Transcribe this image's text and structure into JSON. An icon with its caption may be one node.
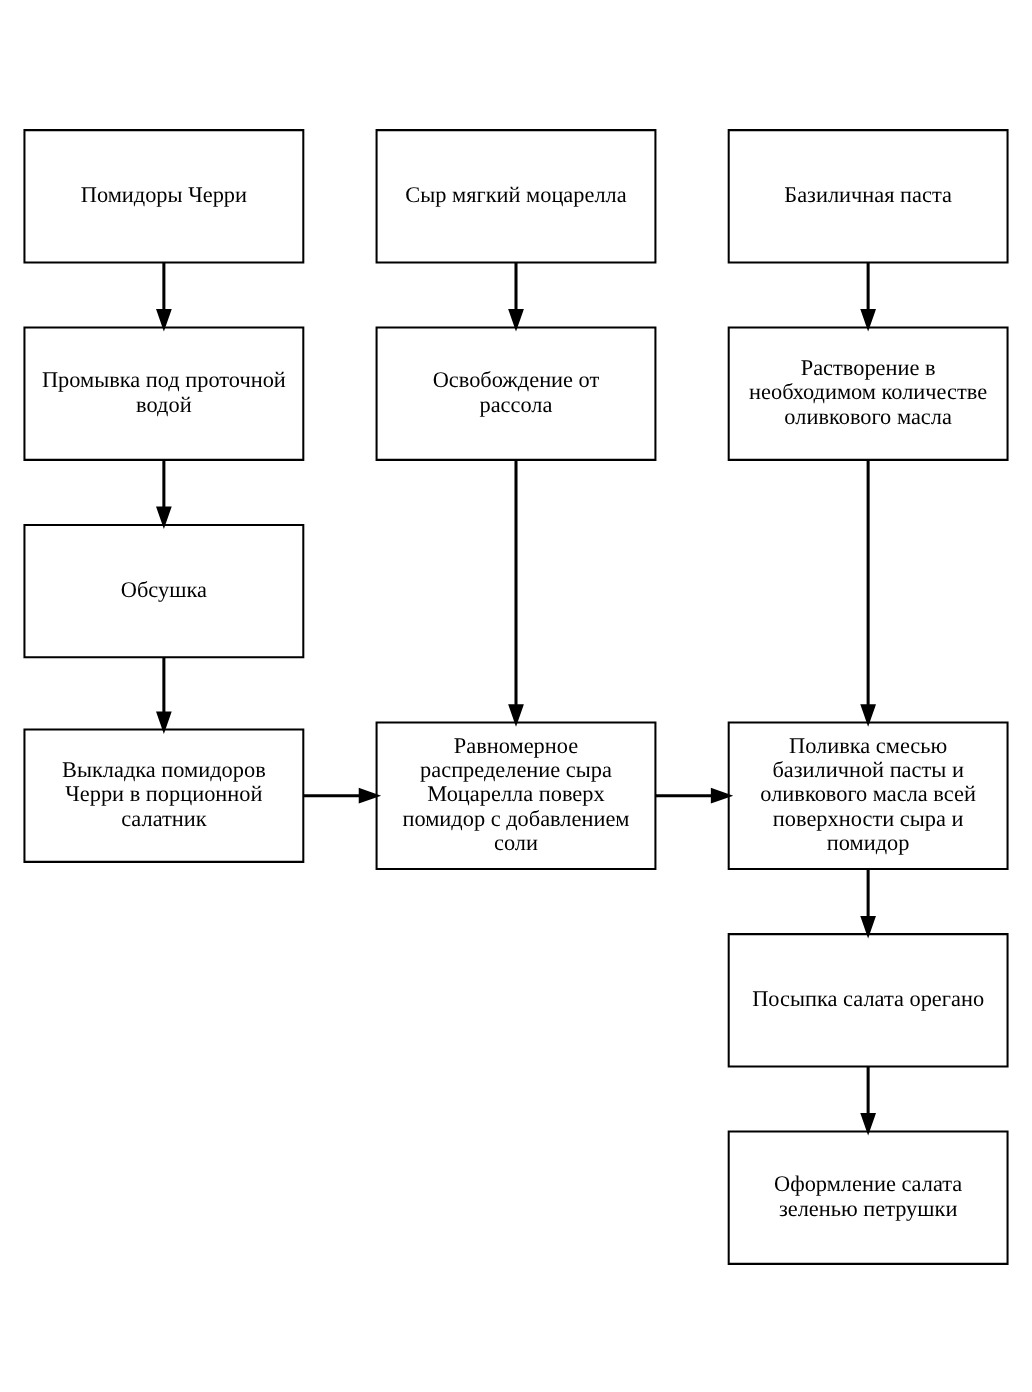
{
  "diagram": {
    "nodes": [
      {
        "text": [
          "Помидоры Черри"
        ]
      },
      {
        "text": [
          "Сыр мягкий моцарелла"
        ]
      },
      {
        "text": [
          "Базиличная паста"
        ]
      },
      {
        "text": [
          "Промывка под проточной водой"
        ]
      },
      {
        "text": [
          "Освобождение от рассола"
        ]
      },
      {
        "text": [
          "Растворение в необходимом количестве оливкового масла"
        ]
      },
      {
        "text": [
          "Обсушка"
        ]
      },
      {
        "text": [
          "Выкладка помидоров Черри в порционной салатник"
        ]
      },
      {
        "text": [
          "Равномерное распределение сыра Моцарелла поверх помидор с добавлением соли"
        ]
      },
      {
        "text": [
          "Поливка смесью базиличной пасты и оливкового масла всей поверхности сыра и помидор"
        ]
      },
      {
        "text": [
          "Посыпка салата орегано"
        ]
      },
      {
        "text": [
          "Оформление салата зеленью петрушки"
        ]
      }
    ],
    "edges": [
      {
        "from": 0,
        "to": 3,
        "arrow": "to"
      },
      {
        "from": 3,
        "to": 6,
        "arrow": "to"
      },
      {
        "from": 6,
        "to": 7,
        "arrow": "to"
      },
      {
        "from": 7,
        "to": 8,
        "arrow": "to"
      },
      {
        "from": 1,
        "to": 4,
        "arrow": "to"
      },
      {
        "from": 4,
        "to": 8,
        "arrow": "to"
      },
      {
        "from": 8,
        "to": 9,
        "arrow": "to"
      },
      {
        "from": 2,
        "to": 5,
        "arrow": "to"
      },
      {
        "from": 5,
        "to": 9,
        "arrow": "to"
      },
      {
        "from": 9,
        "to": 10,
        "arrow": "to"
      },
      {
        "from": 10,
        "to": 11,
        "arrow": "to"
      }
    ]
  }
}
